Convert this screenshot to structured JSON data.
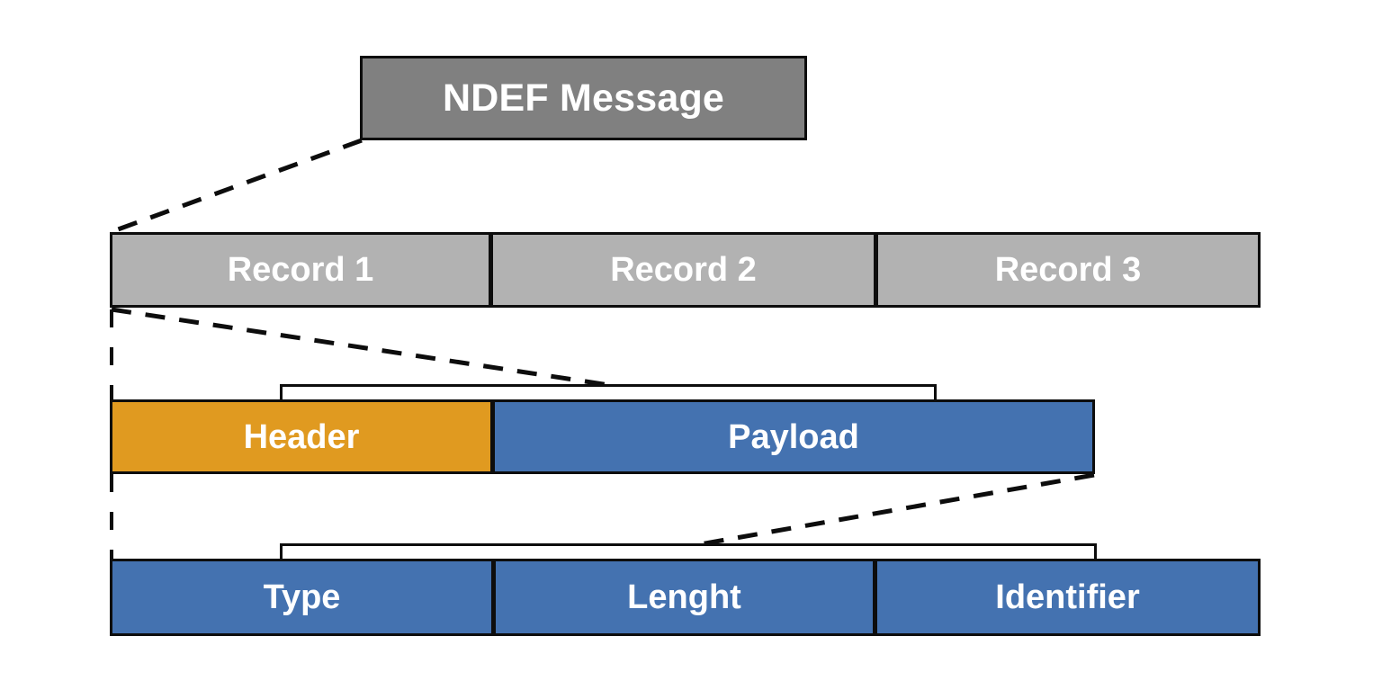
{
  "diagram": {
    "title": "NDEF Message",
    "background_color": "#ffffff",
    "outline_color": "#0d0d0d",
    "levels": [
      {
        "id": "message",
        "name": "ndef-message",
        "label": "NDEF Message",
        "fill_color": "#808080"
      },
      {
        "id": "records",
        "name": "records-row",
        "fill_color": "#b2b2b2",
        "cells": [
          {
            "label": "Record 1"
          },
          {
            "label": "Record 2"
          },
          {
            "label": "Record 3"
          }
        ]
      },
      {
        "id": "record-parts",
        "name": "record-parts-row",
        "cells": [
          {
            "label": "Header",
            "fill_color": "#e09a20"
          },
          {
            "label": "Payload",
            "fill_color": "#4472b0"
          }
        ]
      },
      {
        "id": "payload-parts",
        "name": "payload-parts-row",
        "fill_color": "#4472b0",
        "cells": [
          {
            "label": "Type"
          },
          {
            "label": "Lenght"
          },
          {
            "label": "Identifier"
          }
        ]
      }
    ],
    "connectors": {
      "style": "dashed",
      "color": "#0d0d0d",
      "notes": [
        "ndef-message bottom-left to records-row top-left",
        "records-row bottom-left fans down-right to record-parts bracket",
        "payload bottom-right fans down-left to payload-parts bracket",
        "vertical dashed guide along left edge from records-row to payload-parts-row"
      ]
    }
  }
}
